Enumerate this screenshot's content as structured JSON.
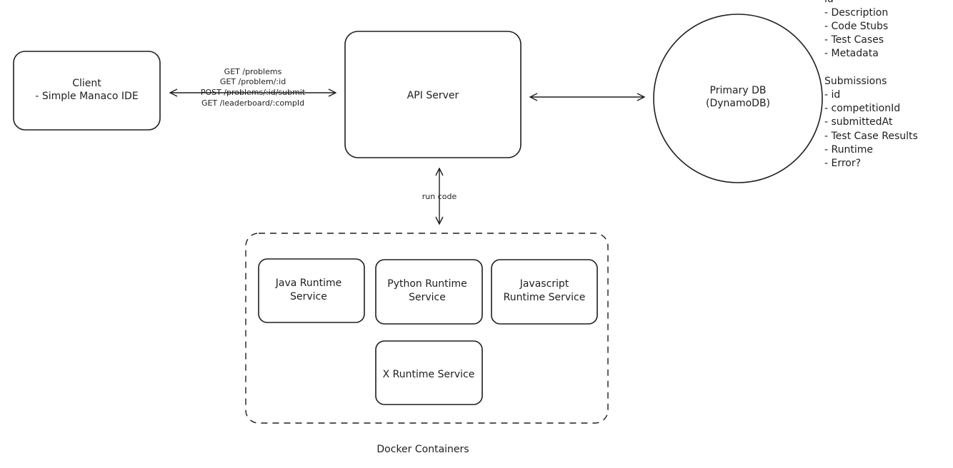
{
  "client": {
    "title": "Client",
    "subtitle": "- Simple Manaco IDE"
  },
  "client_api_routes": [
    "GET /problems",
    "GET /problem/:id",
    "POST /problems/:id/submit",
    "GET /leaderboard/:compId"
  ],
  "api_server": {
    "label": "API Server"
  },
  "primary_db": {
    "line1": "Primary DB",
    "line2": "(DynamoDB)"
  },
  "schema": {
    "problems_lines": [
      "id",
      "- Description",
      "- Code Stubs",
      "- Test Cases",
      "- Metadata"
    ],
    "submissions_title": "Submissions",
    "submissions_lines": [
      "- id",
      "- competitionId",
      "- submittedAt",
      "- Test Case Results",
      "- Runtime",
      "- Error?"
    ]
  },
  "run_code_label": "run code",
  "docker": {
    "caption": "Docker Containers",
    "services": [
      {
        "line1": "Java Runtime",
        "line2": "Service"
      },
      {
        "line1": "Python Runtime",
        "line2": "Service"
      },
      {
        "line1": "Javascript",
        "line2": "Runtime Service"
      },
      {
        "line1": "X Runtime Service",
        "line2": ""
      }
    ]
  },
  "colors": {
    "stroke": "#1e1e1e",
    "background": "#ffffff"
  }
}
